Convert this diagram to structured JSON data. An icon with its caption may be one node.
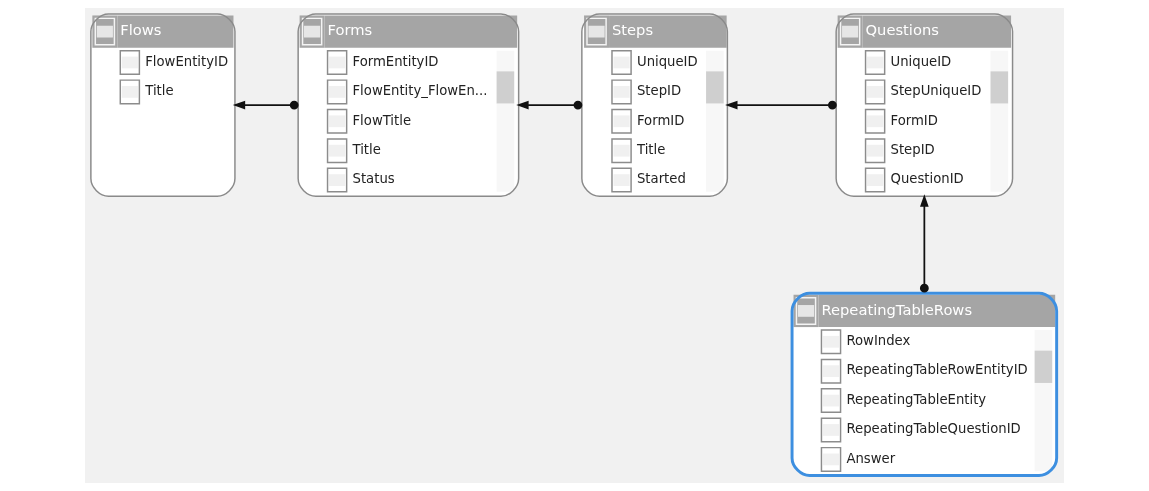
{
  "diagram": {
    "nodes": [
      {
        "text": [
          "Flows",
          "FlowEntityID",
          "Title"
        ]
      },
      {
        "text": [
          "Forms",
          "FormEntityID",
          "FlowEntity_FlowEn...",
          "FlowTitle",
          "Title",
          "Status"
        ]
      },
      {
        "text": [
          "Steps",
          "UniqueID",
          "StepID",
          "FormID",
          "Title",
          "Started"
        ]
      },
      {
        "text": [
          "Questions",
          "UniqueID",
          "StepUniqueID",
          "FormID",
          "StepID",
          "QuestionID"
        ]
      },
      {
        "text": [
          "RepeatingTableRows",
          "RowIndex",
          "RepeatingTableRowEntityID",
          "RepeatingTableEntity",
          "RepeatingTableQuestionID",
          "Answer"
        ]
      }
    ],
    "edges": [
      {
        "from": 1,
        "to": 0,
        "arrow": "to"
      },
      {
        "from": 2,
        "to": 1,
        "arrow": "to"
      },
      {
        "from": 3,
        "to": 2,
        "arrow": "to"
      },
      {
        "from": 4,
        "to": 3,
        "arrow": "to"
      }
    ]
  }
}
